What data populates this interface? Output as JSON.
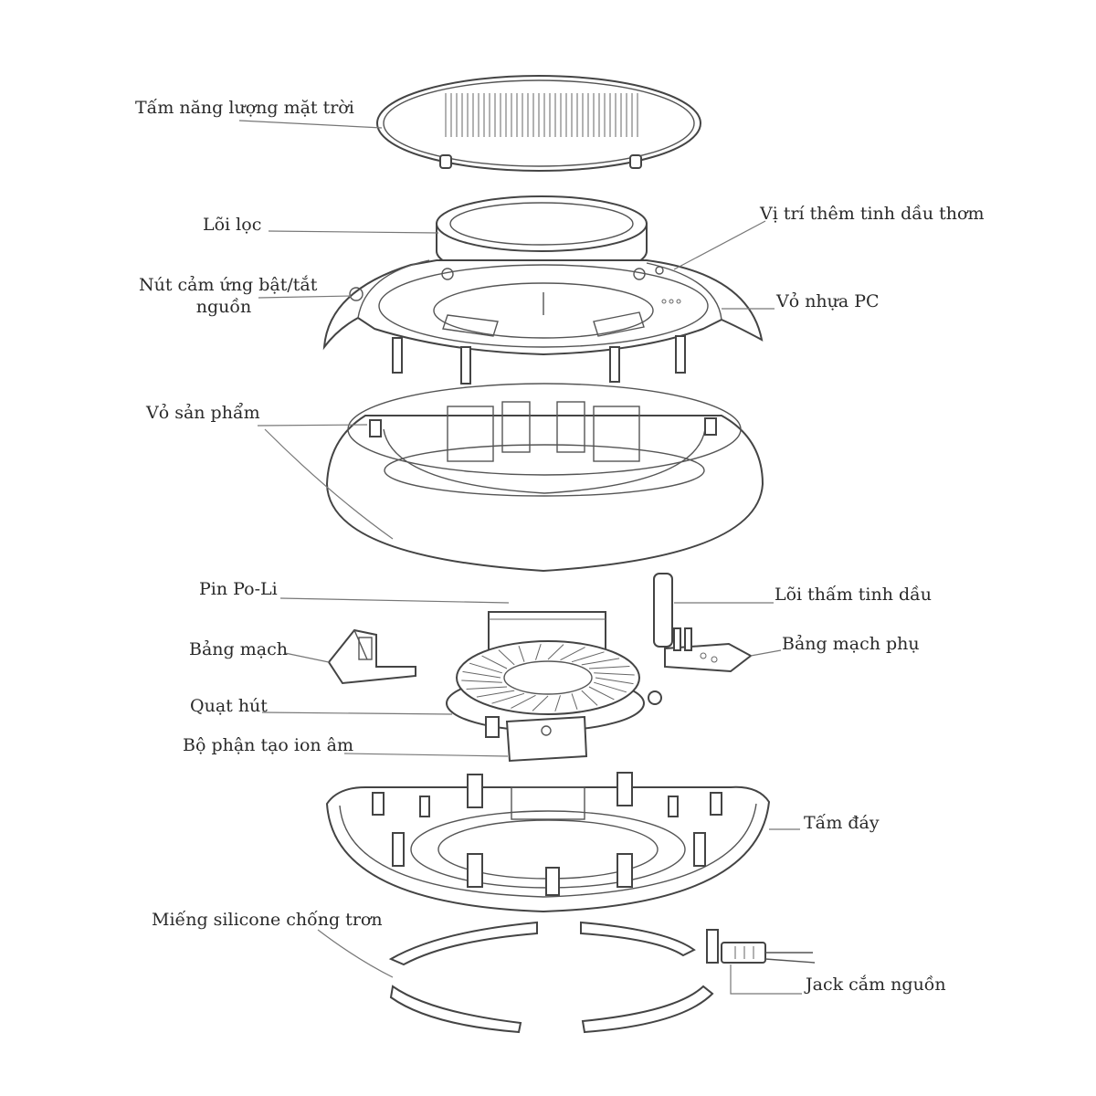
{
  "labels": {
    "solar_panel": "Tấm năng lượng mặt trời",
    "filter_core": "Lõi lọc",
    "aroma_slot": "Vị trí thêm tinh dầu thơm",
    "touch_button_1": "Nút cảm ứng bật/tắt",
    "touch_button_2": "nguồn",
    "pc_shell": "Vỏ nhựa PC",
    "product_shell": "Vỏ sản phẩm",
    "battery": "Pin Po-Li",
    "oil_wick": "Lõi thấm tinh dầu",
    "circuit_board": "Bảng mạch",
    "sub_board": "Bảng mạch phụ",
    "suction_fan": "Quạt hút",
    "ion_generator": "Bộ phận tạo ion âm",
    "base_plate": "Tấm đáy",
    "silicone_pad": "Miếng silicone chống trơn",
    "power_jack": "Jack cắm nguồn"
  }
}
